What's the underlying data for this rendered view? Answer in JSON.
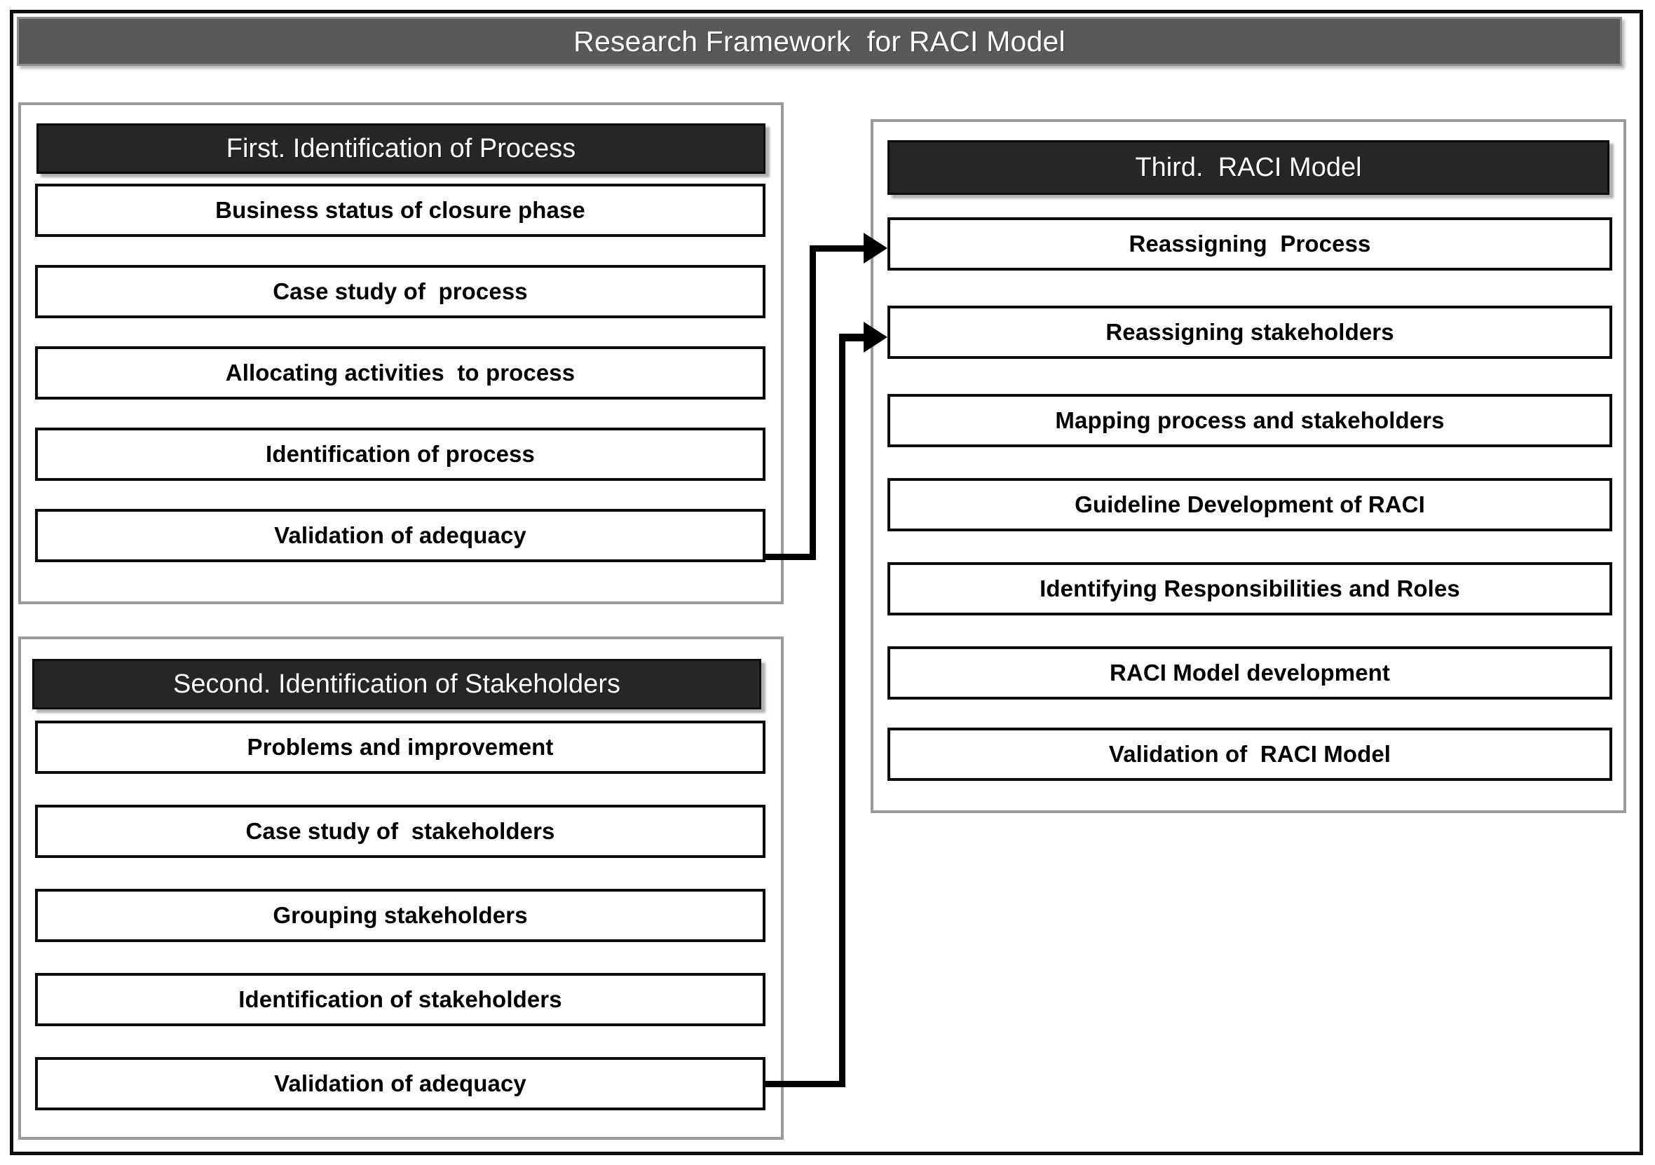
{
  "title": {
    "text": "Research Framework  for RACI Model"
  },
  "sections": [
    {
      "id": "first",
      "header": "First. Identification of Process",
      "items": [
        "Business status of closure phase",
        "Case study of  process",
        "Allocating activities  to process",
        "Identification of process",
        "Validation of adequacy"
      ]
    },
    {
      "id": "second",
      "header": "Second. Identification of Stakeholders",
      "items": [
        "Problems and improvement",
        "Case study of  stakeholders",
        "Grouping stakeholders",
        "Identification of stakeholders",
        "Validation of adequacy"
      ]
    },
    {
      "id": "third",
      "header": "Third.  RACI Model",
      "items": [
        "Reassigning  Process",
        "Reassigning stakeholders",
        "Mapping process and stakeholders",
        "Guideline Development of RACI",
        "Identifying Responsibilities and Roles",
        "RACI Model development",
        "Validation of  RACI Model"
      ]
    }
  ],
  "connectors": [
    {
      "name": "first-to-reassigning-process",
      "from": "Validation of adequacy (First. Identification of Process)",
      "to": "Reassigning  Process"
    },
    {
      "name": "second-to-reassigning-stakeholders",
      "from": "Validation of adequacy (Second. Identification of Stakeholders)",
      "to": "Reassigning stakeholders"
    }
  ],
  "colors": {
    "title_bar": "#595959",
    "section_header": "#262626",
    "panel_border": "#9a9a9a",
    "box_border": "#0d0d0d",
    "frame": "#0d0d0d",
    "text_light": "#ffffff",
    "text_dark": "#000000"
  }
}
